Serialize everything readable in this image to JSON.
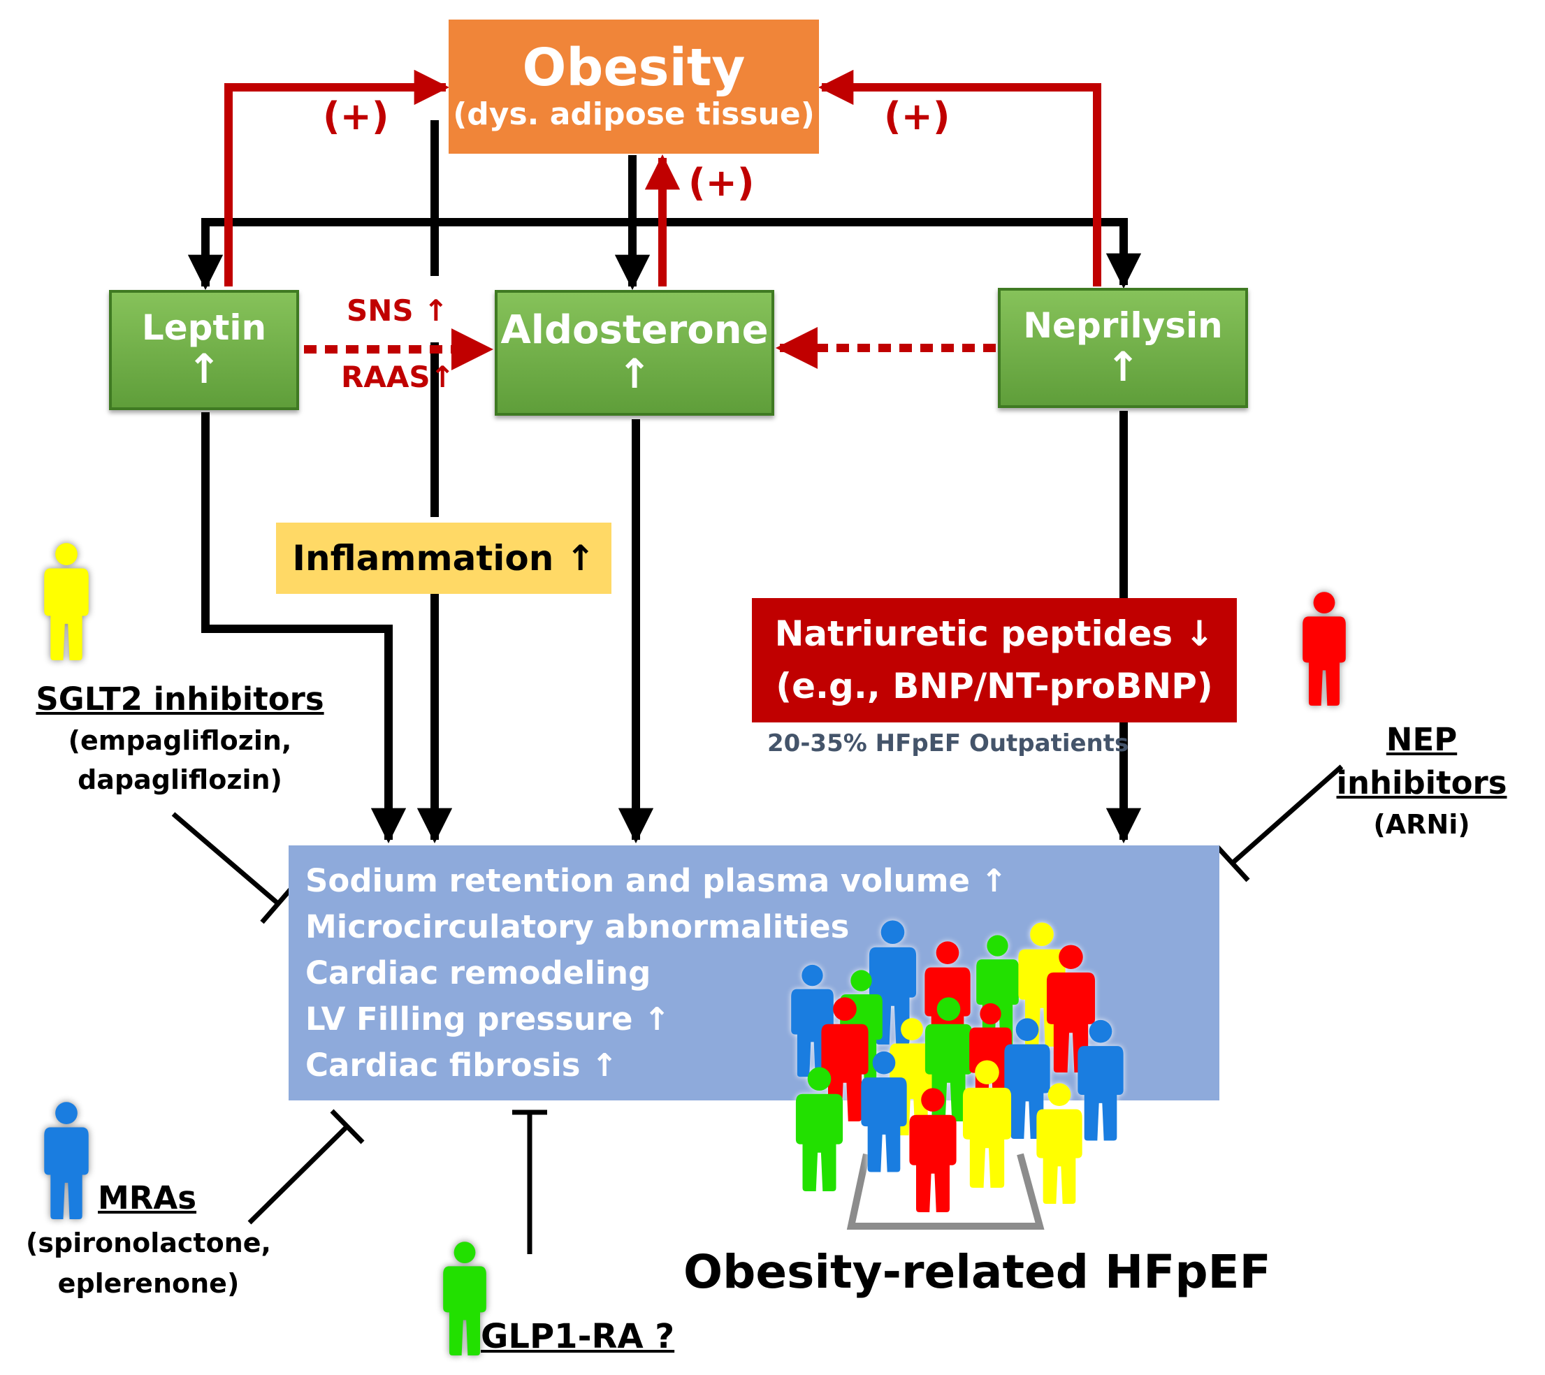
{
  "obesity": {
    "title": "Obesity",
    "subtitle": "(dys. adipose tissue)",
    "color": "#f08539"
  },
  "leptin": {
    "label": "Leptin",
    "arrow": "↑"
  },
  "aldosterone": {
    "label": "Aldosterone",
    "arrow": "↑"
  },
  "neprilysin": {
    "label": "Neprilysin",
    "arrow": "↑"
  },
  "feedback": {
    "left": "(+)",
    "middle": "(+)",
    "right": "(+)"
  },
  "sns_raas": {
    "sns": "SNS ↑",
    "raas": "RAAS↑"
  },
  "inflammation": {
    "label": "Inflammation ↑",
    "color": "#ffd966"
  },
  "natriuretic": {
    "line1": "Natriuretic peptides ↓",
    "line2": "(e.g., BNP/NT-proBNP)",
    "color": "#c00000"
  },
  "hfpef_outpatients": "20-35% HFpEF Outpatients",
  "effects": {
    "items": [
      "Sodium retention and plasma volume ↑",
      "Microcirculatory abnormalities",
      "Cardiac remodeling",
      "LV Filling pressure ↑",
      "Cardiac fibrosis ↑"
    ],
    "color": "#8eaadb"
  },
  "sglt2": {
    "name": "SGLT2 inhibitors",
    "detail1": "(empagliflozin,",
    "detail2": "dapagliflozin)",
    "icon": "person-icon"
  },
  "nep": {
    "name": "NEP inhibitors",
    "detail1": "(ARNi)",
    "icon": "person-icon"
  },
  "mra": {
    "name": "MRAs",
    "detail1": "(spironolactone,",
    "detail2": "eplerenone)",
    "icon": "person-icon"
  },
  "glp1": {
    "name": "GLP1-RA ?",
    "icon": "person-icon"
  },
  "hfpef_title": "Obesity-related HFpEF",
  "colors": {
    "arrow_black": "#000000",
    "arrow_red": "#c00000",
    "person_yellow": "#ffff00",
    "person_red": "#ff0000",
    "person_blue": "#1a7de0",
    "person_green": "#22e000"
  }
}
